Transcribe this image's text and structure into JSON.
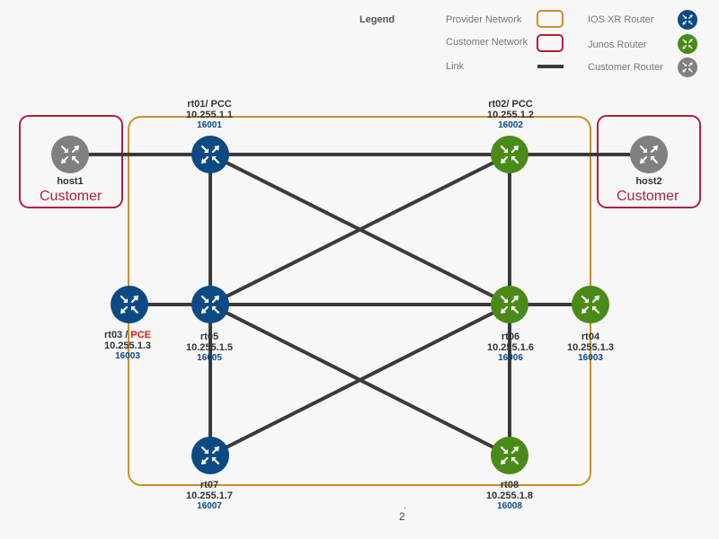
{
  "legend": {
    "title": "Legend",
    "provider_network": "Provider Network",
    "customer_network": "Customer Network",
    "link": "Link",
    "iosxr_router": "IOS XR Router",
    "junos_router": "Junos Router",
    "customer_router": "Customer Router"
  },
  "colors": {
    "iosxr": "#0c4a84",
    "junos": "#4a8a18",
    "customer": "#808080",
    "provider_border": "#c9902a",
    "customer_border": "#b41e3c",
    "link": "#3a3a3a"
  },
  "customer_boxes": {
    "left": "Customer",
    "right": "Customer"
  },
  "nodes": {
    "host1": {
      "name": "host1",
      "type": "customer"
    },
    "host2": {
      "name": "host2",
      "type": "customer"
    },
    "rt01": {
      "name": "rt01/ PCC",
      "ip": "10.255.1.1",
      "sid": "16001",
      "type": "iosxr"
    },
    "rt02": {
      "name": "rt02/ PCC",
      "ip": "10.255.1.2",
      "sid": "16002",
      "type": "junos"
    },
    "rt03": {
      "name": "rt03 / ",
      "pce": "PCE",
      "ip": "10.255.1.3",
      "sid": "16003",
      "type": "iosxr"
    },
    "rt04": {
      "name": "rt04",
      "ip": "10.255.1.3",
      "sid": "16003",
      "type": "junos"
    },
    "rt05": {
      "name": "rt05",
      "ip": "10.255.1.5",
      "sid": "16005",
      "type": "iosxr"
    },
    "rt06": {
      "name": "rt06",
      "ip": "10.255.1.6",
      "sid": "16006",
      "type": "junos"
    },
    "rt07": {
      "name": "rt07",
      "ip": "10.255.1.7",
      "sid": "16007",
      "type": "iosxr"
    },
    "rt08": {
      "name": "rt08",
      "ip": "10.255.1.8",
      "sid": "16008",
      "type": "junos"
    }
  },
  "links": [
    [
      "host1",
      "rt01"
    ],
    [
      "rt01",
      "rt02"
    ],
    [
      "rt02",
      "host2"
    ],
    [
      "rt01",
      "rt05"
    ],
    [
      "rt01",
      "rt06"
    ],
    [
      "rt02",
      "rt05"
    ],
    [
      "rt02",
      "rt06"
    ],
    [
      "rt03",
      "rt05"
    ],
    [
      "rt05",
      "rt06"
    ],
    [
      "rt06",
      "rt04"
    ],
    [
      "rt05",
      "rt07"
    ],
    [
      "rt05",
      "rt08"
    ],
    [
      "rt06",
      "rt07"
    ],
    [
      "rt06",
      "rt08"
    ]
  ],
  "page": {
    "dot": ".",
    "number": "2"
  }
}
